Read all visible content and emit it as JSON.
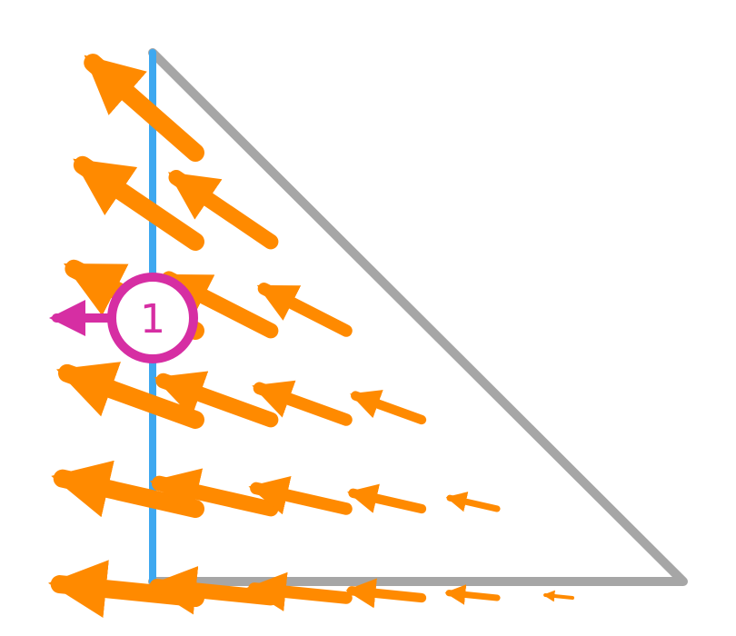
{
  "colors": {
    "background": "#ffffff",
    "triangle_edge": "#a6a6a6",
    "boundary_edge": "#3ea8f0",
    "field_arrow": "#ff8a00",
    "flux_badge": "#d62ea3"
  },
  "badge": {
    "label": "1"
  },
  "vector_field": {
    "rows": [
      {
        "arrow_count": 1
      },
      {
        "arrow_count": 2
      },
      {
        "arrow_count": 3
      },
      {
        "arrow_count": 4
      },
      {
        "arrow_count": 5
      },
      {
        "arrow_count": 6
      }
    ]
  }
}
